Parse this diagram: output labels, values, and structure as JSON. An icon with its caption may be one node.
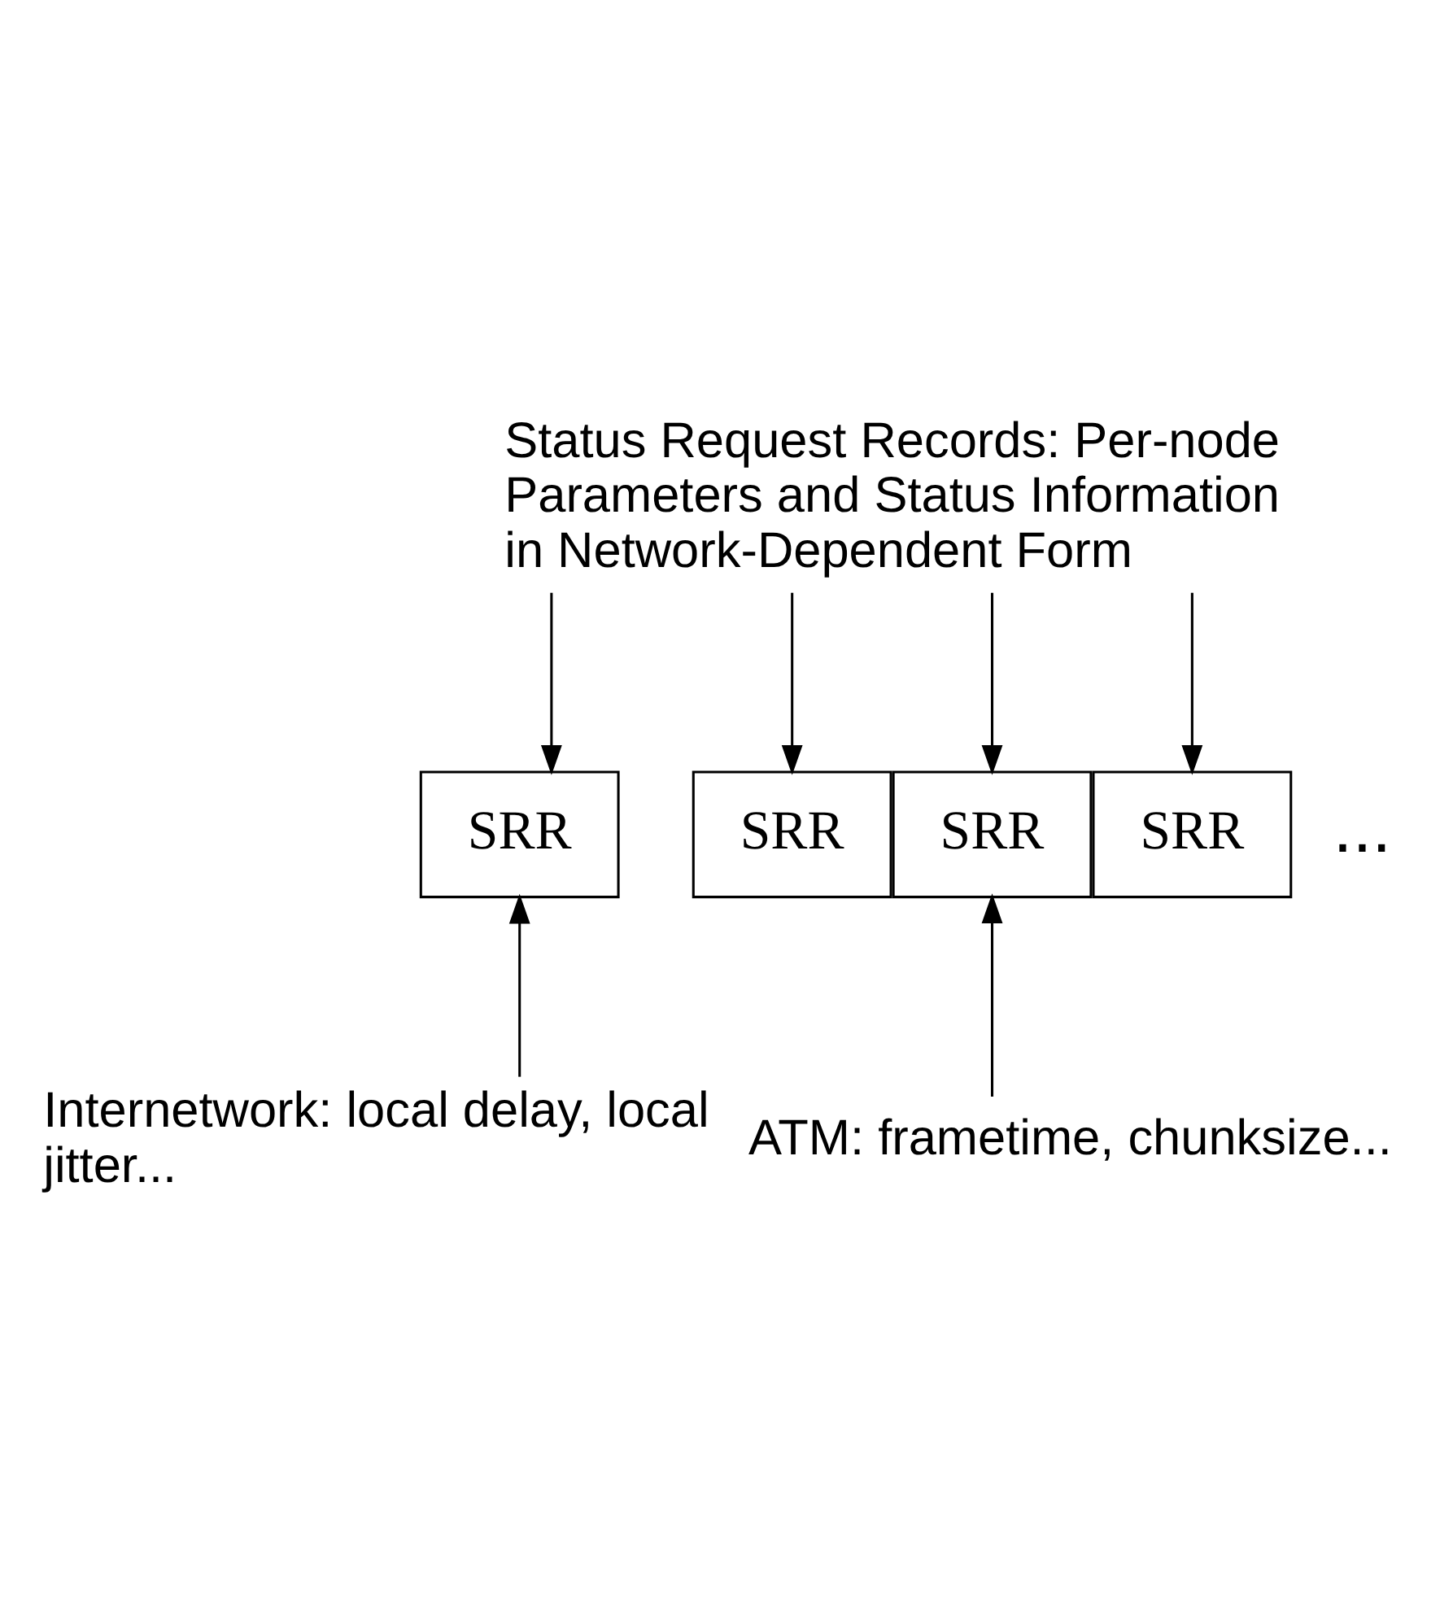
{
  "diagram": {
    "nodes": [
      {
        "text": [
          "Status Request Records: Per-node Parameters and Status Information in Network-Dependent Form"
        ]
      },
      {
        "text": [
          "SRR"
        ]
      },
      {
        "text": [
          "SRR"
        ]
      },
      {
        "text": [
          "SRR"
        ]
      },
      {
        "text": [
          "SRR"
        ]
      },
      {
        "text": [
          "ATM: frametime, chunksize..."
        ]
      },
      {
        "text": [
          "Internetwork: local delay, local jitter..."
        ]
      }
    ],
    "edges": [
      {
        "from": 0,
        "to": 1,
        "arrow": "to"
      },
      {
        "from": 0,
        "to": 2,
        "arrow": "to"
      },
      {
        "from": 0,
        "to": 3,
        "arrow": "to"
      },
      {
        "from": 0,
        "to": 4,
        "arrow": "to"
      },
      {
        "from": 5,
        "to": 3,
        "arrow": "to"
      },
      {
        "from": 6,
        "to": 1,
        "arrow": "to"
      }
    ],
    "labels": [
      "..."
    ]
  }
}
